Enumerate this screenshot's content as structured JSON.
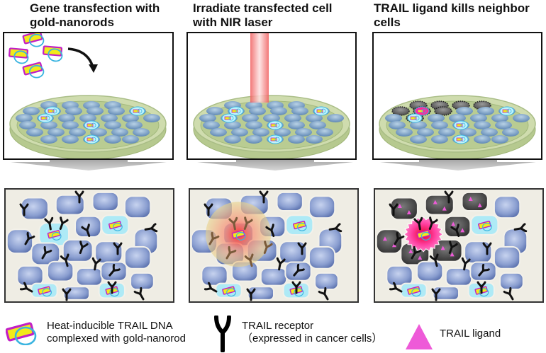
{
  "panels": [
    {
      "id": "step1",
      "title_lines": [
        "Gene transfection with",
        "gold-nanorods"
      ]
    },
    {
      "id": "step2",
      "title_lines": [
        "Irradiate transfected cell",
        "with NIR laser"
      ]
    },
    {
      "id": "step3",
      "title_lines": [
        "TRAIL ligand kills neighbor",
        "cells"
      ]
    }
  ],
  "legend": {
    "nanorod": {
      "icon": "gold-nanorod-icon",
      "lines": [
        "Heat-inducible TRAIL DNA",
        "complexed with gold-nanorod"
      ]
    },
    "receptor": {
      "icon": "trail-receptor-icon",
      "lines": [
        "TRAIL receptor",
        "（expressed in cancer cells）"
      ]
    },
    "ligand": {
      "icon": "trail-ligand-icon",
      "lines": [
        "TRAIL ligand"
      ]
    }
  },
  "colors": {
    "cell_blue": "#7f93c4",
    "cell_dark": "#3f3f3f",
    "transfected": "#9fe8f3",
    "nanorod_fill": "#f2ea1a",
    "nanorod_border": "#c21fc6",
    "dna_ring": "#3ab4e0",
    "ligand": "#ee5ad8",
    "laser": "#f07a7a",
    "dish": "#c7d6a5",
    "panel_bg": "#efede4"
  }
}
